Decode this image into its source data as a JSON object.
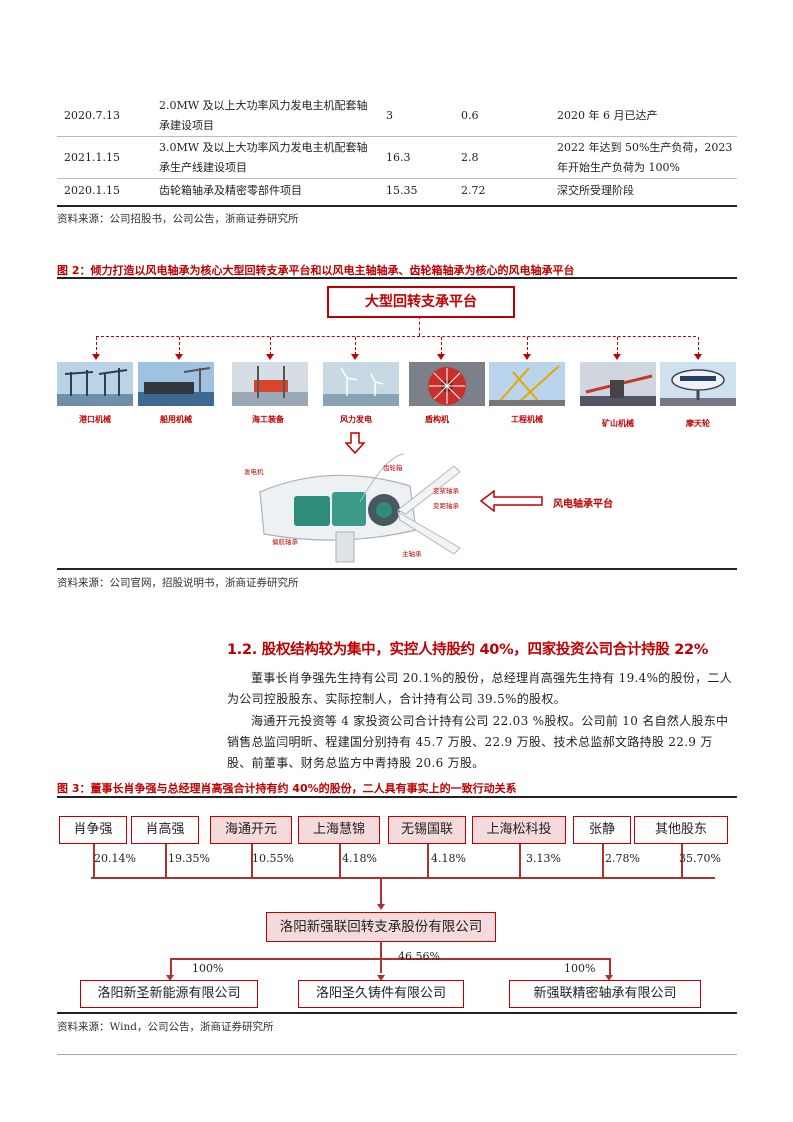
{
  "table": {
    "rows": [
      {
        "date": "2020.7.13",
        "project": [
          "2.0MW 及以上大功率风力发电主机配套轴",
          "承建设项目"
        ],
        "investment": "3",
        "amount": "0.6",
        "status": [
          "2020 年 6 月已达产"
        ]
      },
      {
        "date": "2021.1.15",
        "project": [
          "3.0MW 及以上大功率风力发电主机配套轴",
          "承生产线建设项目"
        ],
        "investment": "16.3",
        "amount": "2.8",
        "status": [
          "2022 年达到 50%生产负荷，2023",
          "年开始生产负荷为 100%"
        ]
      },
      {
        "date": "2020.1.15",
        "project": [
          "齿轮箱轴承及精密零部件项目"
        ],
        "investment": "15.35",
        "amount": "2.72",
        "status": [
          "深交所受理阶段"
        ]
      }
    ],
    "source": "资料来源：公司招股书，公司公告，浙商证券研究所"
  },
  "figure2": {
    "title": "图 2：倾力打造以风电轴承为核心大型回转支承平台和以风电主轴轴承、齿轮箱轴承为核心的风电轴承平台",
    "top_platform": "大型回转支承平台",
    "applications": [
      "港口机械",
      "船用机械",
      "海工装备",
      "风力发电",
      "盾构机",
      "工程机械",
      "矿山机械",
      "摩天轮"
    ],
    "turbine_labels": {
      "generator": "发电机",
      "gearbox": "齿轮箱",
      "pitch": "变桨轴承",
      "yaw": "变距轴承",
      "yaw2": "偏航轴承",
      "main": "主轴承"
    },
    "wind_platform": "风电轴承平台",
    "source": "资料来源：公司官网，招股说明书，浙商证券研究所"
  },
  "section": {
    "heading": "1.2. 股权结构较为集中，实控人持股约 40%，四家投资公司合计持股 22%",
    "para1": "董事长肖争强先生持有公司 20.1%的股份，总经理肖高强先生持有 19.4%的股份，二人为公司控股股东、实际控制人，合计持有公司 39.5%的股权。",
    "para2": "海通开元投资等 4 家投资公司合计持有公司 22.03 %股权。公司前 10 名自然人股东中销售总监闫明昕、程建国分别持有 45.7 万股、22.9 万股、技术总监郝文路持股 22.9 万股、前董事、财务总监方中青持股 20.6 万股。"
  },
  "figure3": {
    "title": "图 3：董事长肖争强与总经理肖高强合计持有约 40%的股份，二人具有事实上的一致行动关系",
    "shareholders": [
      {
        "name": "肖争强",
        "pct": "20.14%",
        "shaded": false
      },
      {
        "name": "肖高强",
        "pct": "19.35%",
        "shaded": false
      },
      {
        "name": "海通开元",
        "pct": "10.55%",
        "shaded": true
      },
      {
        "name": "上海慧锦",
        "pct": "4.18%",
        "shaded": true
      },
      {
        "name": "无锡国联",
        "pct": "4.18%",
        "shaded": true
      },
      {
        "name": "上海松科投",
        "pct": "3.13%",
        "shaded": true
      },
      {
        "name": "张静",
        "pct": "2.78%",
        "shaded": false
      },
      {
        "name": "其他股东",
        "pct": "35.70%",
        "shaded": false
      }
    ],
    "company": "洛阳新强联回转支承股份有限公司",
    "subsidiaries": [
      {
        "name": "洛阳新圣新能源有限公司",
        "pct": "100%"
      },
      {
        "name": "洛阳圣久铸件有限公司",
        "pct": "46.56%"
      },
      {
        "name": "新强联精密轴承有限公司",
        "pct": "100%"
      }
    ],
    "source": "资料来源：Wind，公司公告，浙商证券研究所"
  }
}
